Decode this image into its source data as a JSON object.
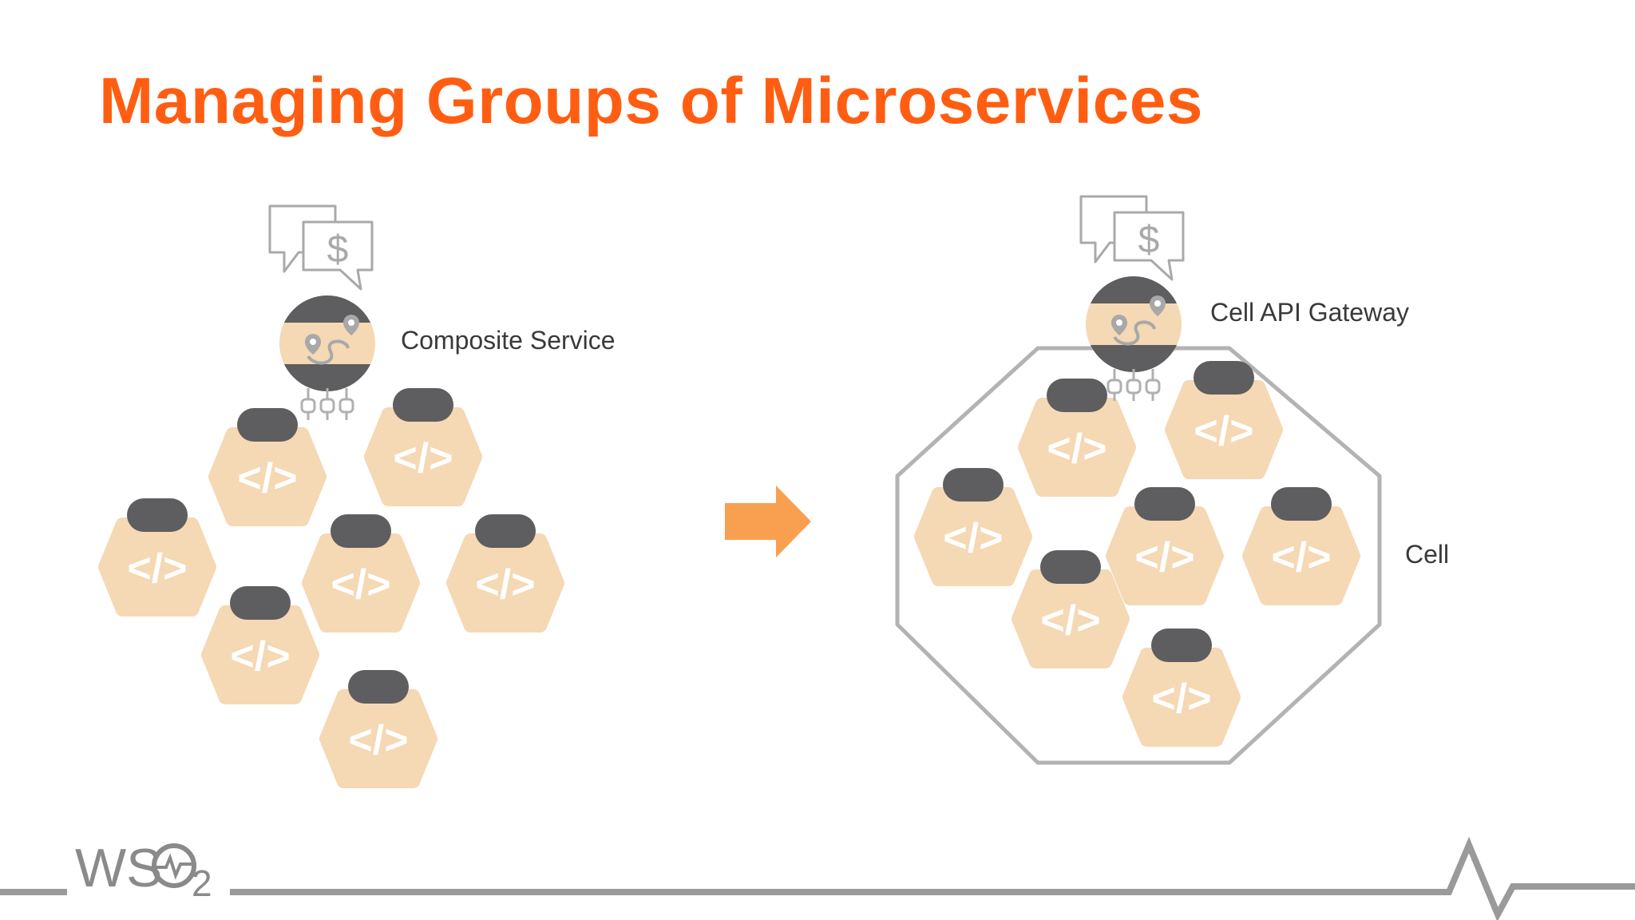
{
  "slide": {
    "title": "Managing Groups of Microservices",
    "title_color": "#FF5E12"
  },
  "diagram": {
    "labels": {
      "composite_service": "Composite Service",
      "cell_api_gateway": "Cell API Gateway",
      "cell": "Cell"
    },
    "microservice_glyph": "</>",
    "currency_glyph": "$",
    "colors": {
      "hex_fill": "#F5D8B4",
      "hex_cap": "#5E5D5F",
      "glyph": "#FFFFFF",
      "arrow": "#F8A050",
      "cell_border": "#B3B3B3",
      "label": "#3A3A3A",
      "bubble": "#A9A9A9"
    }
  },
  "footer": {
    "logo_letters": "WS",
    "logo_subscript": "2",
    "line_color": "#9A9A9A",
    "logo_color": "#8A8A8A"
  },
  "icons": {
    "microservice": "code-hexagon-icon",
    "gateway": "route-gateway-icon",
    "chat": "chat-dollar-icon",
    "arrow": "arrow-right-icon",
    "logo": "wso2-logo"
  }
}
